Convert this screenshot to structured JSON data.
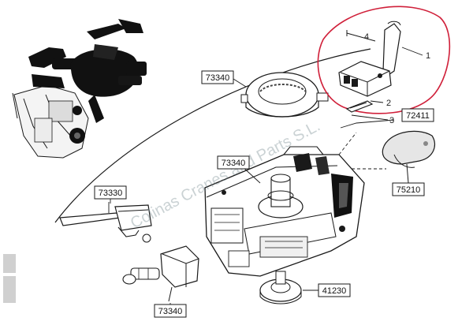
{
  "diagram": {
    "part_labels": [
      "73340",
      "73340",
      "72411",
      "73330",
      "75210",
      "73340",
      "41230"
    ],
    "callouts": [
      "1",
      "2",
      "3",
      "4"
    ],
    "highlight_color": "#d0203a",
    "line_color": "#1a1a1a",
    "watermark": "Colinas Cranes and Parts S.L."
  }
}
